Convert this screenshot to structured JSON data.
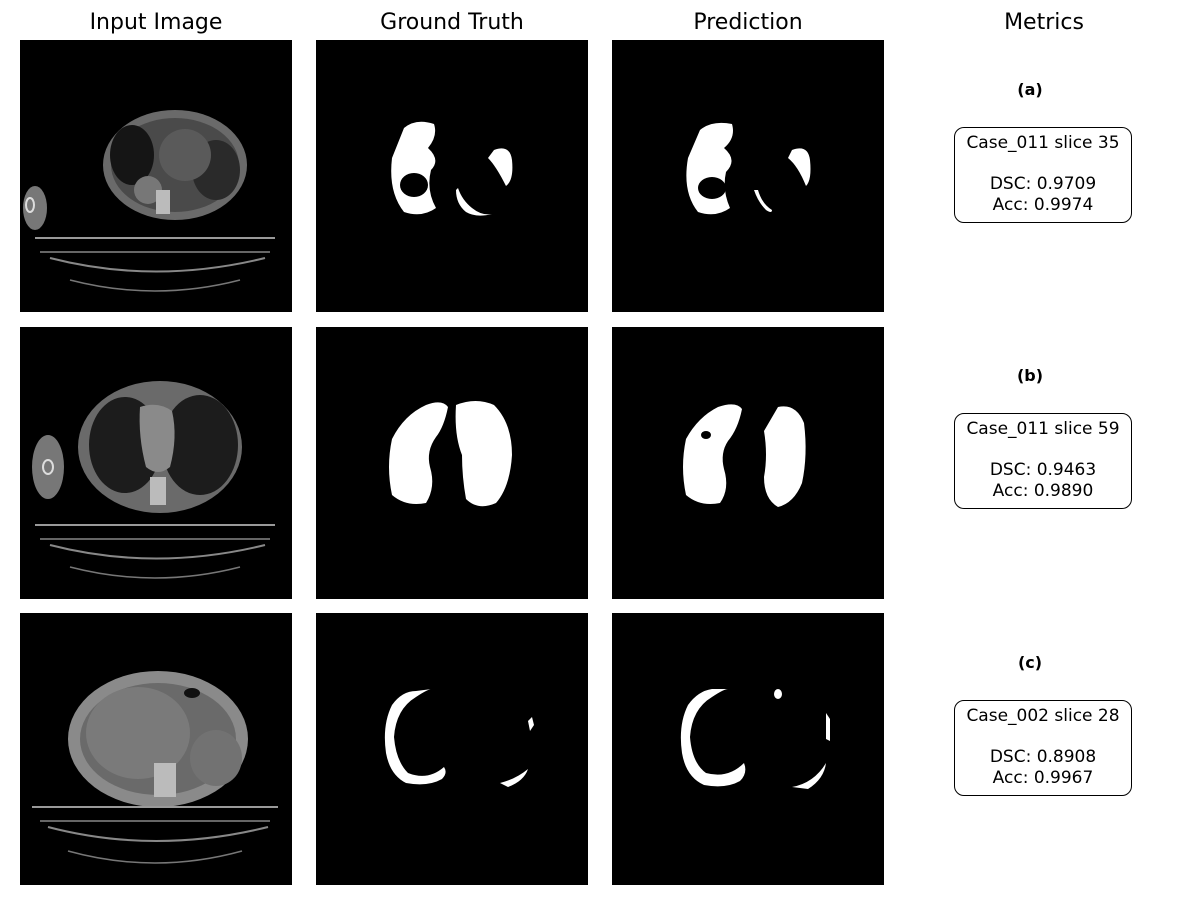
{
  "columns": {
    "input": "Input Image",
    "ground_truth": "Ground Truth",
    "prediction": "Prediction",
    "metrics": "Metrics"
  },
  "rows": [
    {
      "label": "(a)",
      "case": "Case_011 slice 35",
      "dsc": "DSC: 0.9709",
      "acc": "Acc: 0.9974"
    },
    {
      "label": "(b)",
      "case": "Case_011 slice 59",
      "dsc": "DSC: 0.9463",
      "acc": "Acc: 0.9890"
    },
    {
      "label": "(c)",
      "case": "Case_002 slice 28",
      "dsc": "DSC: 0.8908",
      "acc": "Acc: 0.9967"
    }
  ]
}
